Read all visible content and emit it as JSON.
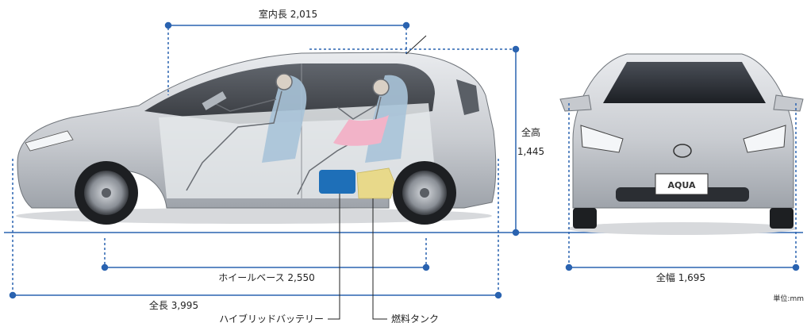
{
  "labels": {
    "interior_length": "室内長 2,015",
    "overall_height_title": "全高",
    "overall_height_value": "1,445",
    "wheelbase": "ホイールベース 2,550",
    "overall_length": "全長 3,995",
    "overall_width": "全幅 1,695",
    "hybrid_battery": "ハイブリッドバッテリー",
    "fuel_tank": "燃料タンク",
    "unit": "単位:mm",
    "badge": "AQUA"
  },
  "colors": {
    "dimension_line": "#2a63b0",
    "car_body": "#cfd2d6",
    "battery": "#1e6fb8",
    "fuel_tank": "#e8d98a",
    "seat": "#a9c3d8"
  }
}
